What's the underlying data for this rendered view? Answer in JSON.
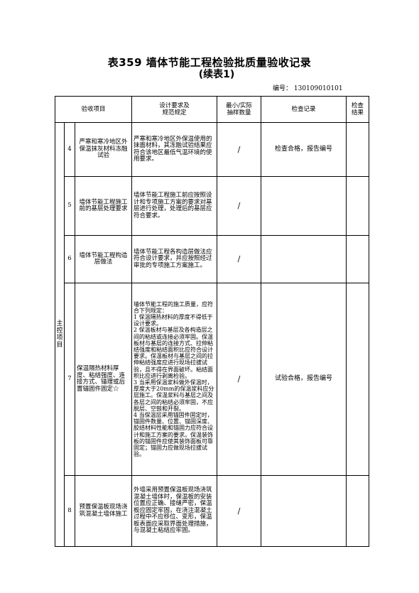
{
  "title": "表359   墙体节能工程检验批质量验收记录",
  "subtitle": "(续表1)",
  "doc_number": "编号：  130109010101",
  "headers": {
    "item": "验收项目",
    "req": "设计要求及\n规范规定",
    "qty": "最小/实际\n抽样数量",
    "record": "检查记录",
    "result": "检查\n结果"
  },
  "main_label": "主\n控\n项\n目",
  "rows": [
    {
      "no": "4",
      "item": "严寒和寒冷地区外保温抹灰材料冻融试验",
      "req": "严寒和寒冷地区外保温使用的抹面材料，其冻融试验结果应符合该地区最低气温环境的使用要求。",
      "qty": "/",
      "record": "检查合格，报告编号",
      "result": ""
    },
    {
      "no": "5",
      "item": "墙体节能工程施工前的基层处理要求",
      "req": "墙体节能工程施工前应按照设计和专项施工方案的要求对基层进行处理，处理后的基层应符合要求。",
      "qty": "/",
      "record": "",
      "result": ""
    },
    {
      "no": "6",
      "item": "墙体节能工程构造层做法",
      "req": "墙体节能工程各构造层做法应符合设计要求，并应按照经过审批的专项施工方案施工。",
      "qty": "/",
      "record": "",
      "result": ""
    },
    {
      "no": "7",
      "item": "保温隔热材料厚度、粘结强度、连接方式、锚理或后置锚固件固定☆",
      "req": "墙体节能工程的施工质量，应符合下列规定：\n1 保温隔热材料的厚度不得低于设计要求。\n2 保温板材与基层及各构造层之间的粘结或连接必须牢固。保温板材与基层的连接方式、拉伸粘结强度和粘结面积比应符合设计要求。保温板材与基层之间的拉伸粘结强度应进行现场拉拔试验，且不得在界面破坏。粘结面积比应进行剥离检验。\n3 当采用保温浆料做外保温时，厚度大于20mm的保温浆料应分层施工。保温浆料与基层之间及各层之间的粘结必须牢固，不应脱层、空鼓和开裂。\n4 当保温层采用锚固件固定时，锚固件数量、位置、锚固深度、胶结材料性能和锚固力应符合设计和施工方案的要求。保温装饰板的锚固件应使其装饰面板可靠固定；锚固力应做现场拉拔试验。",
      "qty": "/",
      "record": "试验合格，报告编号",
      "result": ""
    },
    {
      "no": "8",
      "item": "预置保温板现场浇筑混凝土墙体施工",
      "req": "外墙采用预置保温板现场浇筑混凝土墙体时，保温板的安装位置应正确、接缝严密，保温板应固定牢固，在浇注混凝土过程中不应移位、变形，保温板表面应采取界面处理措施，与混凝土粘结应牢固。",
      "qty": "/",
      "record": "",
      "result": ""
    }
  ]
}
